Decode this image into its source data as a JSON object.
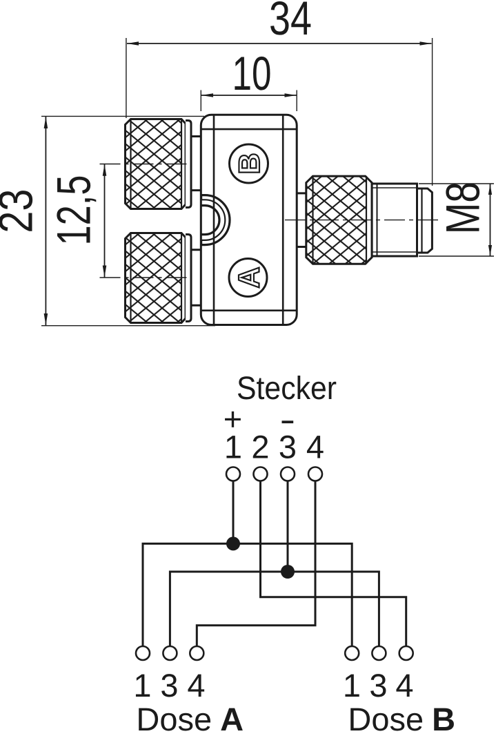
{
  "drawing": {
    "dimensions": {
      "overall_length": "34",
      "body_width": "10",
      "overall_height": "23",
      "socket_spacing": "12,5",
      "thread": "M8"
    },
    "port_labels": {
      "top": "B",
      "bottom": "A"
    }
  },
  "schematic": {
    "title": "Stecker",
    "polarity": {
      "plus": "+",
      "minus": "−"
    },
    "stecker_pins": [
      "1",
      "2",
      "3",
      "4"
    ],
    "dose_a": {
      "label_word": "Dose",
      "label_letter": "A",
      "pins": [
        "1",
        "3",
        "4"
      ]
    },
    "dose_b": {
      "label_word": "Dose",
      "label_letter": "B",
      "pins": [
        "1",
        "3",
        "4"
      ]
    },
    "connections": [
      {
        "from": "Stecker 1 (+)",
        "to": [
          "Dose A 1",
          "Dose B 1"
        ]
      },
      {
        "from": "Stecker 2",
        "to": [
          "Dose B 4"
        ]
      },
      {
        "from": "Stecker 3 (−)",
        "to": [
          "Dose A 3",
          "Dose B 3"
        ]
      },
      {
        "from": "Stecker 4",
        "to": [
          "Dose A 4"
        ]
      }
    ]
  },
  "colors": {
    "ink": "#1b1b1b",
    "background": "#ffffff"
  }
}
